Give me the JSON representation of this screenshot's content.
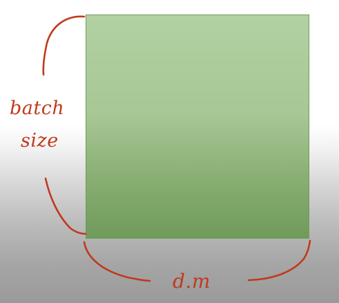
{
  "diagram": {
    "height_label_line1": "batch",
    "height_label_line2": "size",
    "width_label": "d.m",
    "matrix_color": "#a7c795",
    "ink_color": "#c0391d"
  }
}
